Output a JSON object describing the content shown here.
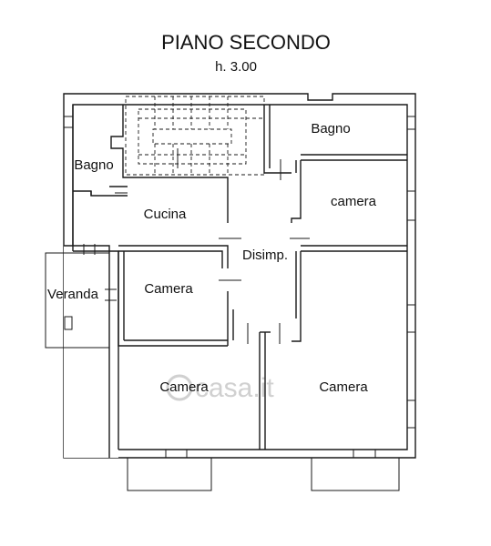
{
  "title": "PIANO SECONDO",
  "height_label": "h. 3.00",
  "rooms": {
    "bagno_left": "Bagno",
    "bagno_right": "Bagno",
    "cucina": "Cucina",
    "camera_top_right": "camera",
    "disimp": "Disimp.",
    "veranda": "Veranda",
    "camera_mid": "Camera",
    "camera_bottom_left": "Camera",
    "camera_bottom_right": "Camera"
  },
  "watermark": "casa.it"
}
